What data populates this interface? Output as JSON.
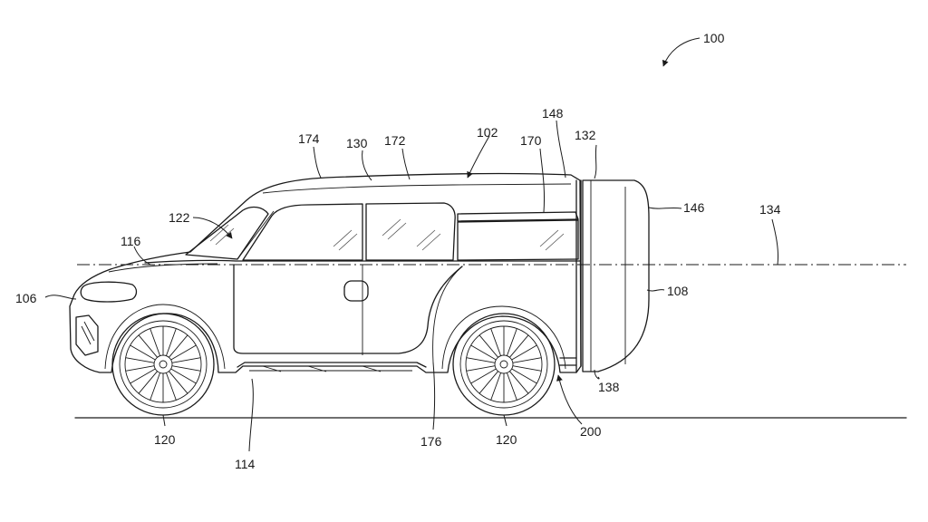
{
  "figure": {
    "reference_numerals": {
      "r100": "100",
      "r102": "102",
      "r106": "106",
      "r108": "108",
      "r114": "114",
      "r116": "116",
      "r120_front": "120",
      "r120_rear": "120",
      "r122": "122",
      "r130": "130",
      "r132": "132",
      "r134": "134",
      "r138": "138",
      "r146": "146",
      "r148": "148",
      "r170": "170",
      "r172": "172",
      "r174": "174",
      "r176": "176",
      "r200": "200"
    }
  }
}
